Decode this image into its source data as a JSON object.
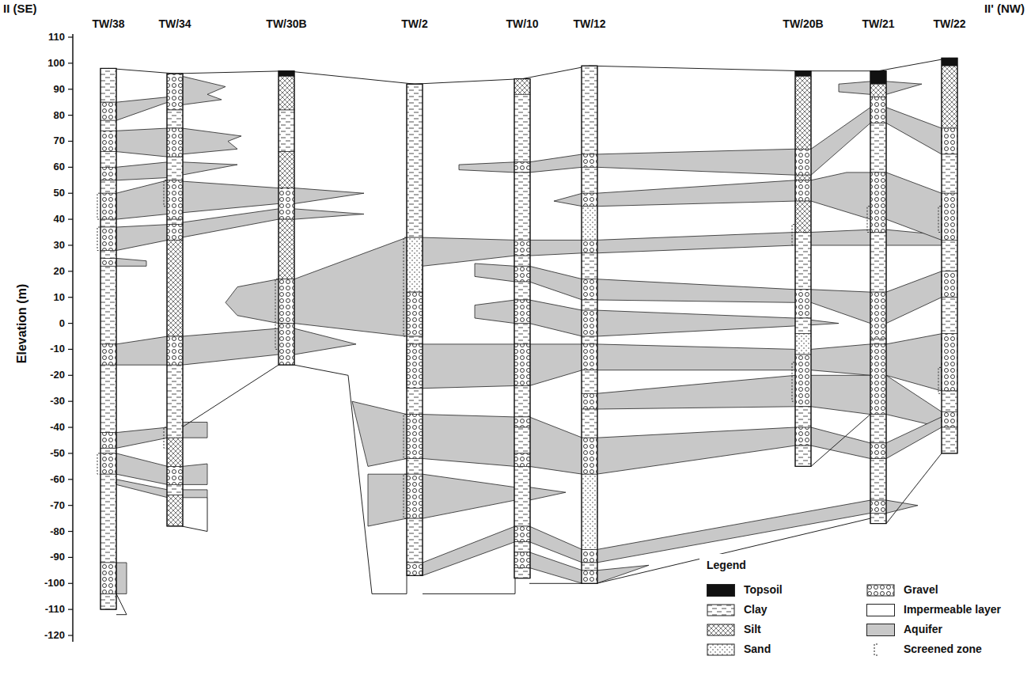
{
  "diagram": {
    "labels": [
      "II (SE)",
      "II' (NW)",
      "TW/38",
      "TW/34",
      "TW/30B",
      "TW/2",
      "TW/10",
      "TW/12",
      "TW/20B",
      "TW/21",
      "TW/22",
      "110",
      "100",
      "90",
      "80",
      "70",
      "60",
      "50",
      "40",
      "30",
      "20",
      "10",
      "0",
      "-10",
      "-20",
      "-30",
      "-40",
      "-50",
      "-60",
      "-70",
      "-80",
      "-90",
      "-100",
      "-110",
      "-120",
      "Elevation (m)",
      "Legend"
    ],
    "legend": [
      {
        "text": "Topsoil",
        "color": "#111111"
      },
      {
        "text": "Gravel"
      },
      {
        "text": "Clay"
      },
      {
        "text": "Impermeable layer",
        "color": "#ffffff"
      },
      {
        "text": "Silt"
      },
      {
        "text": "Aquifer",
        "color": "#c8c8c8"
      },
      {
        "text": "Sand"
      },
      {
        "text": "Screened zone"
      }
    ]
  }
}
